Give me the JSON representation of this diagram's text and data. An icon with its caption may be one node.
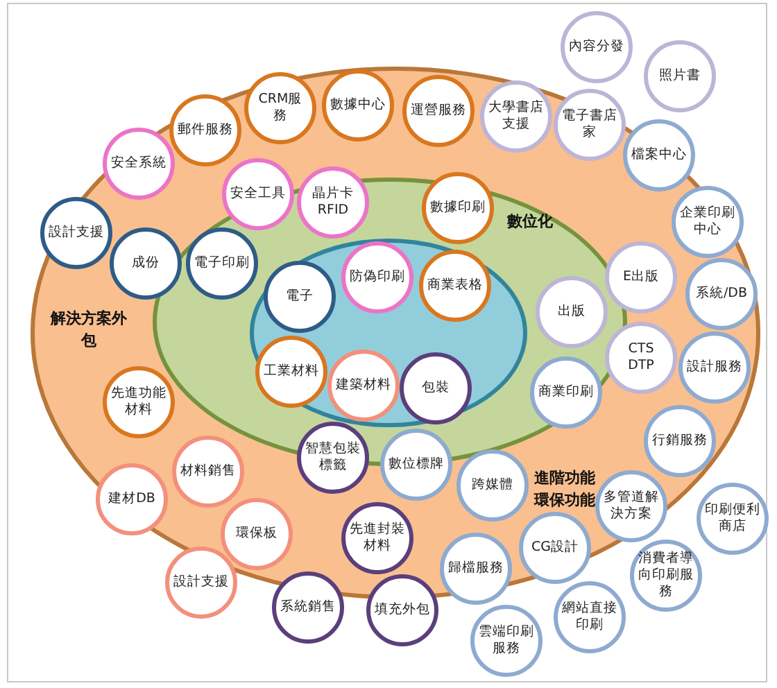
{
  "diagram": {
    "nodes": [
      {
        "text": [
          "解決方案外包",
          "進階功能",
          "環保功能"
        ]
      },
      {
        "text": [
          "數位化"
        ],
        "in": 0
      },
      {
        "text": [],
        "shape": "ellipse",
        "in": 1
      },
      {
        "text": [
          "內容分發"
        ]
      },
      {
        "text": [
          "CRM服務"
        ],
        "in": 0
      },
      {
        "text": [
          "數據中心"
        ],
        "in": 0
      },
      {
        "text": [
          "運營服務"
        ],
        "in": 0
      },
      {
        "text": [
          "郵件服務"
        ],
        "in": 0
      },
      {
        "text": [
          "照片書"
        ]
      },
      {
        "text": [
          "大學書店支援"
        ],
        "in": 0
      },
      {
        "text": [
          "安全系統"
        ],
        "in": 0
      },
      {
        "text": [
          "電子書店家"
        ],
        "in": 0
      },
      {
        "text": [
          "安全工具"
        ],
        "in": 0
      },
      {
        "text": [
          "設計支援"
        ],
        "in": 0
      },
      {
        "text": [
          "晶片卡RFID"
        ],
        "in": 0
      },
      {
        "text": [
          "檔案中心"
        ],
        "in": 0
      },
      {
        "text": [
          "數據印刷"
        ],
        "in": 0
      },
      {
        "text": [
          "成份"
        ],
        "in": 0
      },
      {
        "text": [
          "電子印刷"
        ],
        "in": 1
      },
      {
        "text": [
          "企業印刷中心"
        ],
        "in": 0
      },
      {
        "text": [
          "防偽印刷"
        ],
        "in": 2
      },
      {
        "text": [
          "電子"
        ],
        "in": 2
      },
      {
        "text": [
          "商業表格"
        ],
        "in": 2
      },
      {
        "text": [
          "出版"
        ],
        "in": 1
      },
      {
        "text": [
          "E出版"
        ],
        "in": 0
      },
      {
        "text": [
          "工業材料"
        ],
        "in": 2
      },
      {
        "text": [
          "系統/DB"
        ],
        "in": 0
      },
      {
        "text": [
          "先進功能材料"
        ],
        "in": 0
      },
      {
        "text": [
          "商業印刷"
        ],
        "in": 1
      },
      {
        "text": [
          "建築材料"
        ],
        "in": 2
      },
      {
        "text": [
          "包裝"
        ],
        "in": 2
      },
      {
        "text": [
          "CTS DTP"
        ],
        "in": 0
      },
      {
        "text": [
          "設計服務"
        ],
        "in": 0
      },
      {
        "text": [
          "跨媒體"
        ],
        "in": 0
      },
      {
        "text": [
          "材料銷售"
        ],
        "in": 0
      },
      {
        "text": [
          "數位標牌"
        ],
        "in": 0
      },
      {
        "text": [
          "智慧包裝標籤"
        ],
        "in": 0
      },
      {
        "text": [
          "行銷服務"
        ],
        "in": 0
      },
      {
        "text": [
          "建材DB"
        ],
        "in": 0
      },
      {
        "text": [
          "環保板"
        ],
        "in": 0
      },
      {
        "text": [
          "多管道解決方案"
        ],
        "in": 0
      },
      {
        "text": [
          "先進封裝材料"
        ],
        "in": 0
      },
      {
        "text": [
          "印刷便利商店"
        ]
      },
      {
        "text": [
          "設計支援"
        ]
      },
      {
        "text": [
          "CG設計"
        ],
        "in": 0
      },
      {
        "text": [
          "歸檔服務"
        ]
      },
      {
        "text": [
          "系統銷售"
        ]
      },
      {
        "text": [
          "填充外包"
        ]
      },
      {
        "text": [
          "消費者導向印刷服務"
        ]
      },
      {
        "text": [
          "網站直接印刷"
        ]
      },
      {
        "text": [
          "雲端印刷服務"
        ]
      }
    ]
  }
}
